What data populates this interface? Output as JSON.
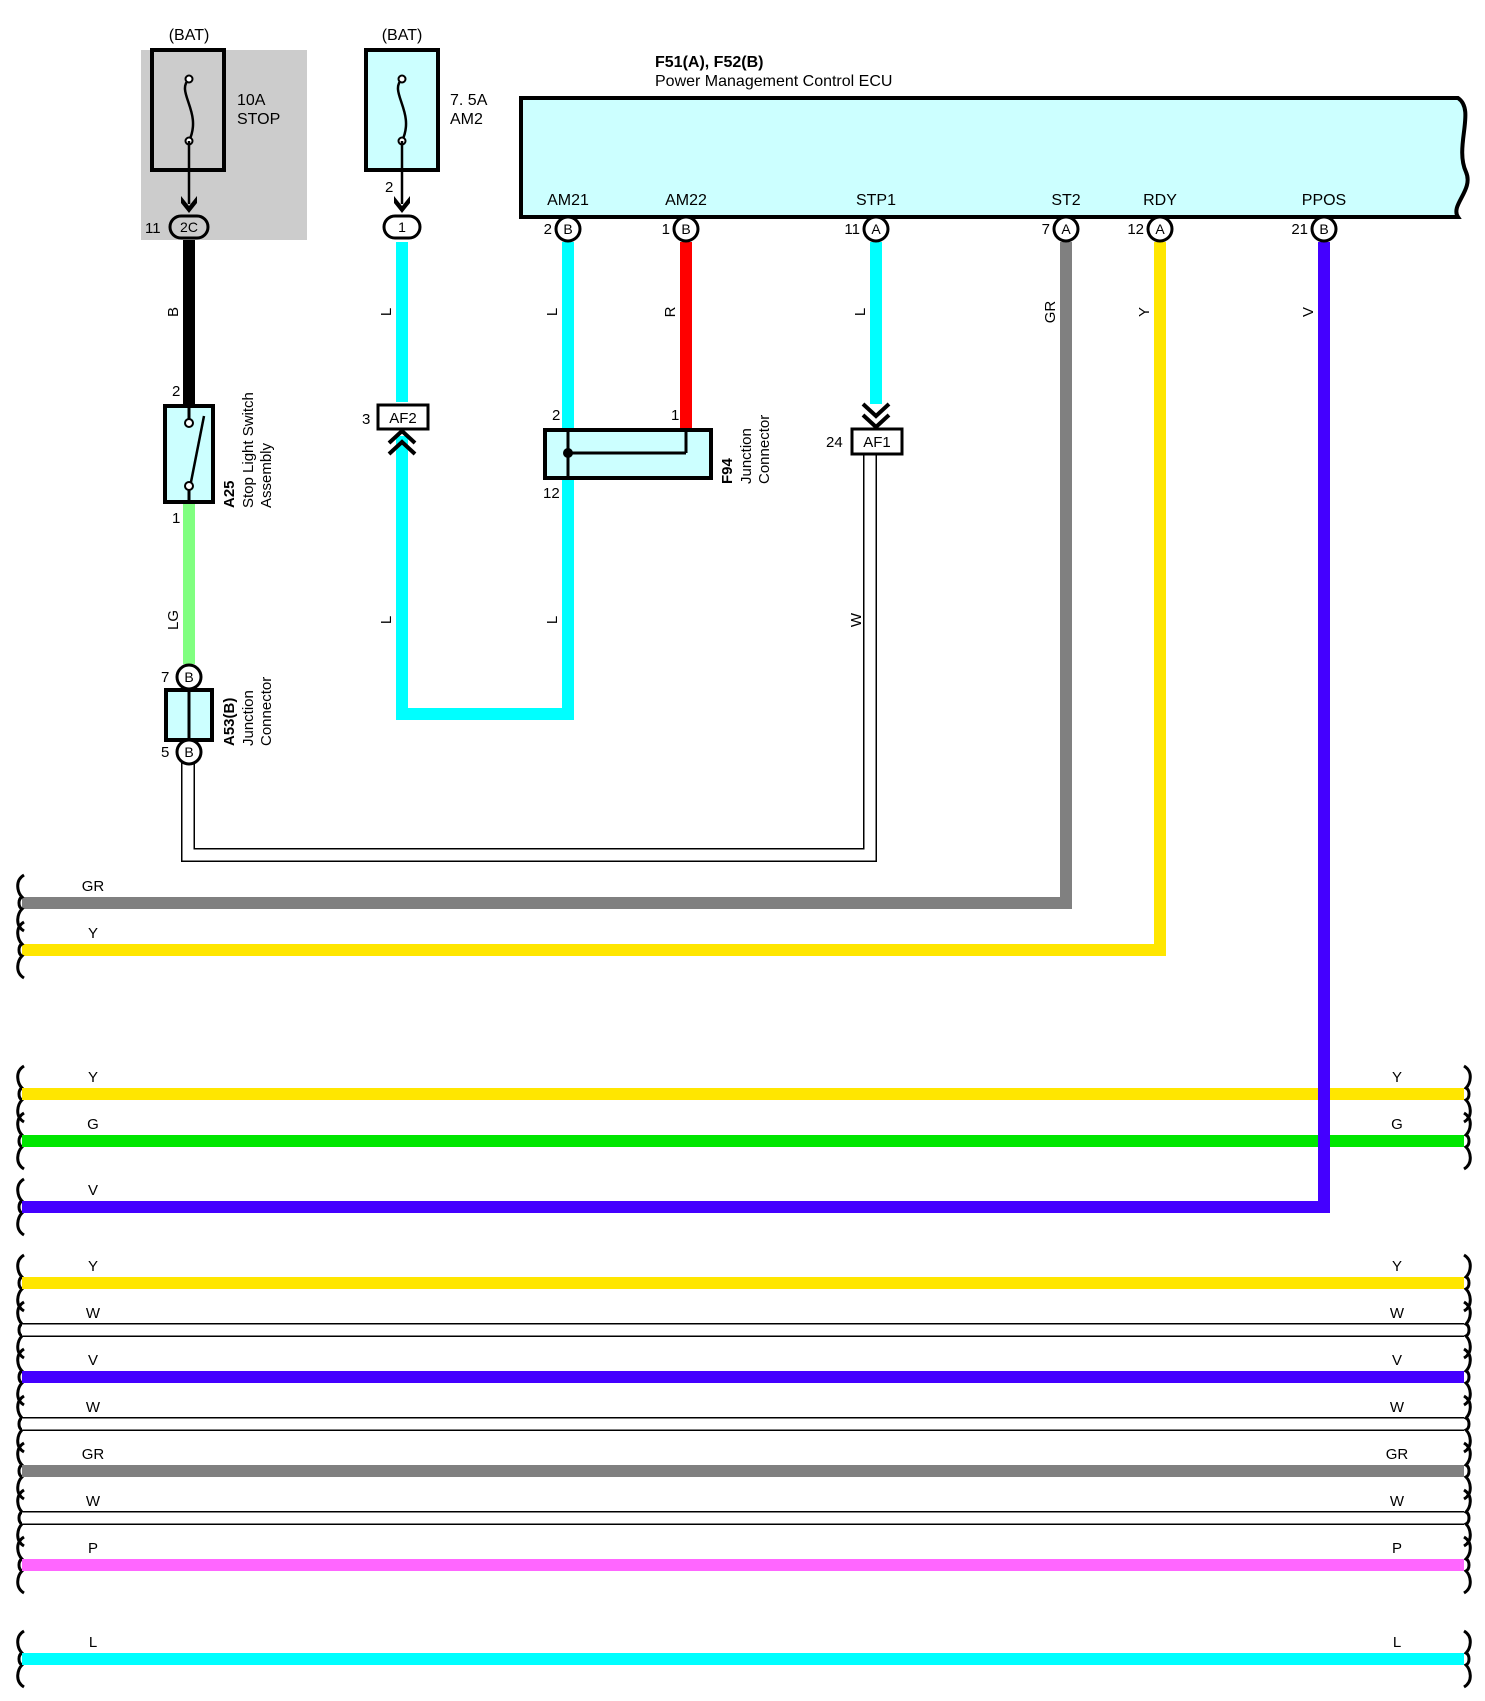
{
  "colors": {
    "B": "#000000",
    "L": "#00ffff",
    "R": "#ff0000",
    "GR": "#808080",
    "Y": "#ffe600",
    "V": "#4400ff",
    "LG": "#80ff80",
    "G": "#00e600",
    "W": "#ffffff",
    "P": "#ff66ff",
    "box_fill": "#ccffff",
    "shade": "#cccccc"
  },
  "fuses": [
    {
      "bat": "(BAT)",
      "rating": "10A",
      "name": "STOP"
    },
    {
      "bat": "(BAT)",
      "rating": "7. 5A",
      "name": "AM2"
    }
  ],
  "fuse_pins": {
    "stop_pin": "11",
    "stop_code": "2C",
    "am2_top": "2",
    "am2_conn": "1"
  },
  "ecu": {
    "title": "F51(A), F52(B)",
    "name": "Power Management Control ECU",
    "terminals": [
      {
        "name": "AM21",
        "pin": "2",
        "conn": "B"
      },
      {
        "name": "AM22",
        "pin": "1",
        "conn": "B"
      },
      {
        "name": "STP1",
        "pin": "11",
        "conn": "A"
      },
      {
        "name": "ST2",
        "pin": "7",
        "conn": "A"
      },
      {
        "name": "RDY",
        "pin": "12",
        "conn": "A"
      },
      {
        "name": "PPOS",
        "pin": "21",
        "conn": "B"
      }
    ]
  },
  "wire_labels": {
    "b": "B",
    "l1": "L",
    "l2": "L",
    "r": "R",
    "l3": "L",
    "gr": "GR",
    "y": "Y",
    "v": "V",
    "lg": "LG",
    "l4": "L",
    "l5": "L",
    "w": "W"
  },
  "stop_switch": {
    "code": "A25",
    "name1": "Stop Light Switch",
    "name2": "Assembly",
    "pin_top": "2",
    "pin_bottom": "1"
  },
  "junction_a53": {
    "code": "A53(B)",
    "name1": "Junction",
    "name2": "Connector",
    "pin_top": "7",
    "pin_bottom": "5",
    "conn": "B"
  },
  "junction_f94": {
    "code": "F94",
    "name1": "Junction",
    "name2": "Connector",
    "pin1": "2",
    "pin2": "1",
    "pin3": "12"
  },
  "af2": {
    "label": "AF2",
    "pin": "3"
  },
  "af1": {
    "label": "AF1",
    "pin": "24"
  },
  "buses": [
    {
      "left": "GR",
      "right": ""
    },
    {
      "left": "Y",
      "right": ""
    },
    {
      "left": "Y",
      "right": "Y"
    },
    {
      "left": "G",
      "right": "G"
    },
    {
      "left": "V",
      "right": ""
    },
    {
      "left": "Y",
      "right": "Y"
    },
    {
      "left": "W",
      "right": "W"
    },
    {
      "left": "V",
      "right": "V"
    },
    {
      "left": "W",
      "right": "W"
    },
    {
      "left": "GR",
      "right": "GR"
    },
    {
      "left": "W",
      "right": "W"
    },
    {
      "left": "P",
      "right": "P"
    },
    {
      "left": "L",
      "right": "L"
    }
  ]
}
